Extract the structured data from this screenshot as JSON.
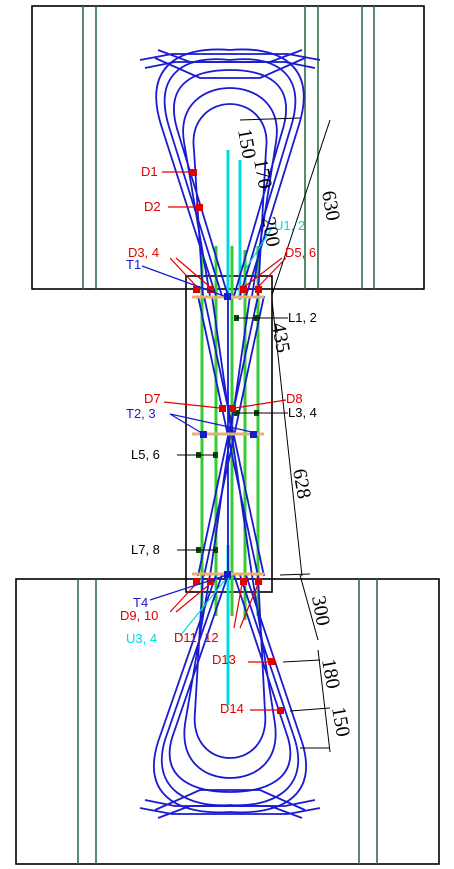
{
  "colors": {
    "frame": "#000000",
    "pole": "#2e6e4a",
    "cable": "#1a1ad0",
    "rebar_green": "#33cc33",
    "cyan": "#00d8e0",
    "red": "#e00000",
    "dark_green": "#0b4a0b",
    "tie": "#e8b070"
  },
  "labels": {
    "d1": "D1",
    "d2": "D2",
    "d3_4": "D3, 4",
    "d5_6": "D5, 6",
    "d7": "D7",
    "d8": "D8",
    "d9_10": "D9, 10",
    "d11_12": "D11, 12",
    "d13": "D13",
    "d14": "D14",
    "t1": "T1",
    "t2_3": "T2, 3",
    "t4": "T4",
    "u1_2": "U1, 2",
    "u3_4": "U3, 4",
    "l1_2": "L1, 2",
    "l3_4": "L3, 4",
    "l5_6": "L5, 6",
    "l7_8": "L7, 8"
  },
  "dimensions": {
    "d150": "150",
    "d170": "170",
    "d200": "200",
    "d630": "630",
    "d435": "435",
    "d628": "628",
    "d300": "300",
    "d180": "180",
    "d150b": "150"
  }
}
